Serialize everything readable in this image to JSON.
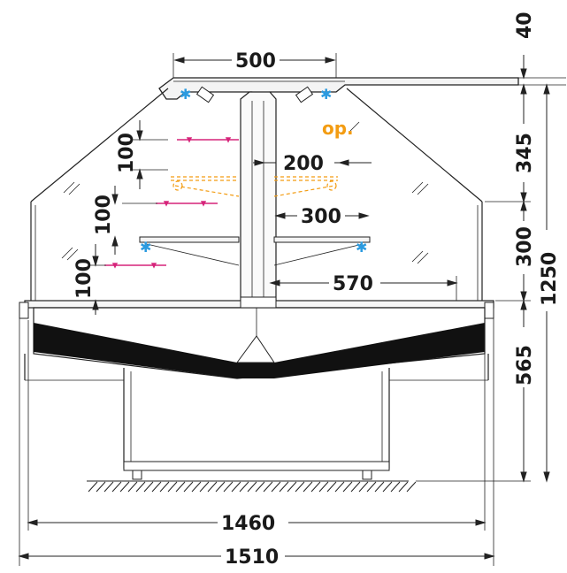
{
  "dimensions": {
    "top_width": "500",
    "top_height": "40",
    "glass_height": "345",
    "shelf_depth_upper": "200",
    "shelf_depth_lower": "300",
    "shelf_gap_1": "100",
    "shelf_gap_2": "100",
    "shelf_gap_3": "100",
    "mid_height": "300",
    "total_height": "1250",
    "deck_depth": "570",
    "base_height": "565",
    "inner_width": "1460",
    "total_width": "1510"
  },
  "option_label": "op.",
  "colors": {
    "line": "#222222",
    "option": "#f39c12",
    "light": "#2b9be0",
    "price_rail": "#d6247a"
  },
  "icons": [
    "light-icon",
    "ground-hatch"
  ]
}
